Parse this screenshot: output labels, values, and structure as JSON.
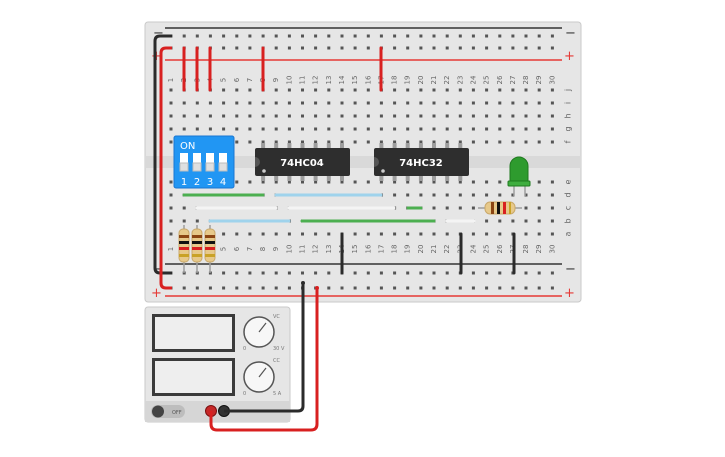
{
  "breadboard": {
    "rail_minus_label": "−",
    "rail_plus_label": "+",
    "column_numbers": [
      "1",
      "2",
      "3",
      "4",
      "5",
      "6",
      "7",
      "8",
      "9",
      "10",
      "11",
      "12",
      "13",
      "14",
      "15",
      "16",
      "17",
      "18",
      "19",
      "20",
      "21",
      "22",
      "23",
      "24",
      "25",
      "26",
      "27",
      "28",
      "29",
      "30"
    ],
    "top_row_letters": [
      "j",
      "i",
      "h",
      "g",
      "f"
    ],
    "bottom_row_letters": [
      "e",
      "d",
      "c",
      "b",
      "a"
    ]
  },
  "dip_switch": {
    "on_label": "ON",
    "position_labels": [
      "1",
      "2",
      "3",
      "4"
    ]
  },
  "chips": {
    "left_chip_label": "74HC04",
    "right_chip_label": "74HC32"
  },
  "power_supply": {
    "voltage_knob_label": "VC",
    "voltage_scale_min": "0",
    "voltage_scale_max": "30 V",
    "current_knob_label": "CC",
    "current_scale_min": "0",
    "current_scale_max": "5 A",
    "power_switch_label": "OFF"
  },
  "colors": {
    "breadboard_body": "#e6e6e6",
    "rail_red": "#e53935",
    "rail_dark": "#333333",
    "wire_red": "#d82020",
    "wire_black": "#2b2b2b",
    "wire_green": "#4caf50",
    "wire_lightblue": "#9fd3ec",
    "wire_white": "#f4f4f4",
    "dip_switch_blue": "#2196f3",
    "chip_body": "#2e2e2e",
    "led_green": "#2e9b2e",
    "resistor_body": "#e7c98a"
  }
}
